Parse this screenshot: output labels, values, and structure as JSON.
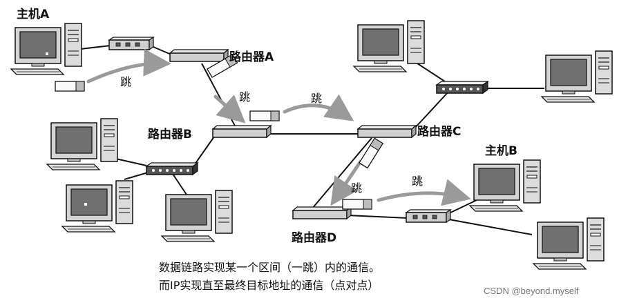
{
  "labels": {
    "host_a": "主机A",
    "host_b": "主机B",
    "router_a": "路由器A",
    "router_b": "路由器B",
    "router_c": "路由器C",
    "router_d": "路由器D"
  },
  "hops": [
    "跳",
    "跳",
    "跳",
    "跳",
    "跳"
  ],
  "caption": {
    "line1": "数据链路实现某一个区间（一跳）内的通信。",
    "line2": "而IP实现直至最终目标地址的通信（点对点）"
  },
  "watermark": "CSDN @beyond.myself",
  "colors": {
    "line": "#111111",
    "arrow": "#9a9a9a",
    "device_body": "#d8d8d8",
    "screen": "#6f6f6f"
  }
}
